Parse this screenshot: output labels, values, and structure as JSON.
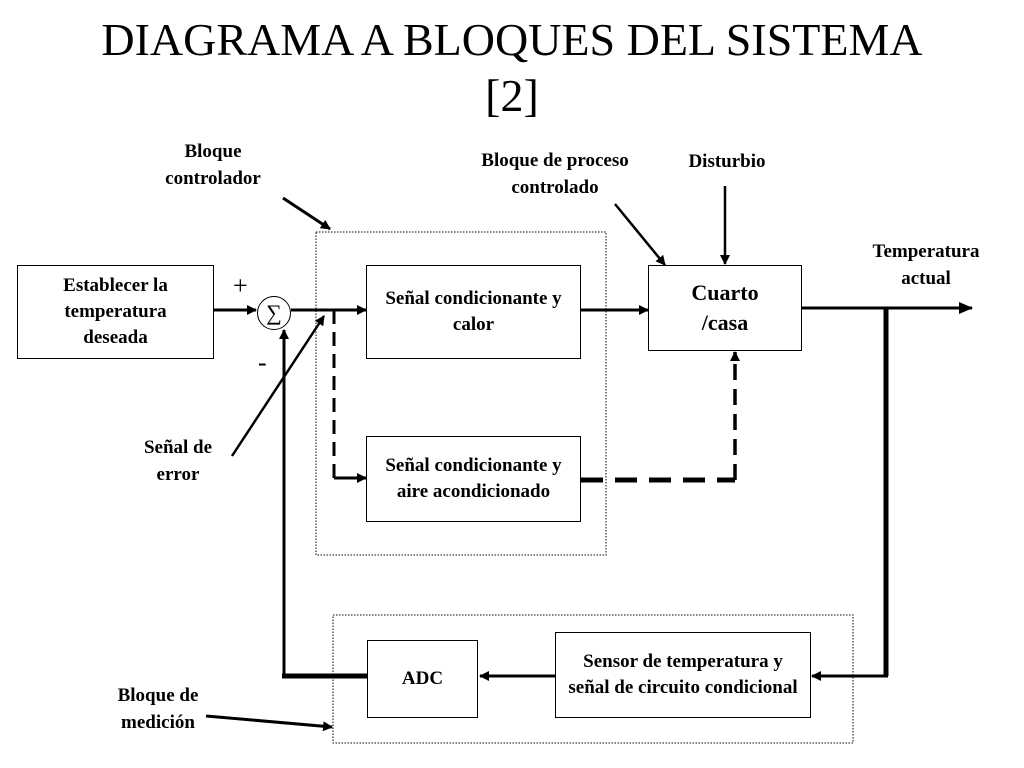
{
  "title": {
    "line1": "DIAGRAMA A BLOQUES DEL SISTEMA",
    "line2": "[2]"
  },
  "blocks": {
    "setpoint": "Establecer la temperatura deseada",
    "heat": "Señal condicionante y calor",
    "ac": "Señal condicionante y aire acondicionado",
    "room": "Cuarto /casa",
    "sensor": "Sensor de temperatura y señal de circuito condicional",
    "adc": "ADC"
  },
  "labels": {
    "controller_block": "Bloque controlador",
    "process_block": "Bloque de proceso controlado",
    "disturbance": "Disturbio",
    "actual_temp": "Temperatura actual",
    "error_signal": "Señal de error",
    "measurement_block": "Bloque de medición"
  },
  "summing": {
    "symbol": "∑",
    "plus": "+",
    "minus": "-"
  }
}
